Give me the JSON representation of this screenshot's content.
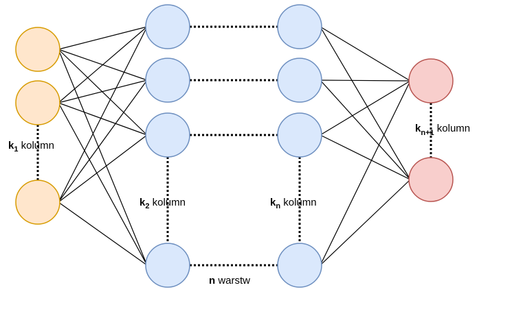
{
  "colors": {
    "input_fill": "#ffe6cc",
    "input_stroke": "#d79b00",
    "hidden_fill": "#dae8fc",
    "hidden_stroke": "#6c8ebf",
    "output_fill": "#f8cecc",
    "output_stroke": "#b85450"
  },
  "labels": {
    "k1": {
      "var": "k",
      "sub": "1",
      "text": " kolumn"
    },
    "k2": {
      "var": "k",
      "sub": "2",
      "text": " kolumn"
    },
    "kn": {
      "var": "k",
      "sub": "n",
      "text": " kolumn"
    },
    "kn1": {
      "var": "k",
      "sub": "n+1",
      "text": " kolumn"
    },
    "layers": {
      "var": "n",
      "text": " warstw"
    }
  }
}
